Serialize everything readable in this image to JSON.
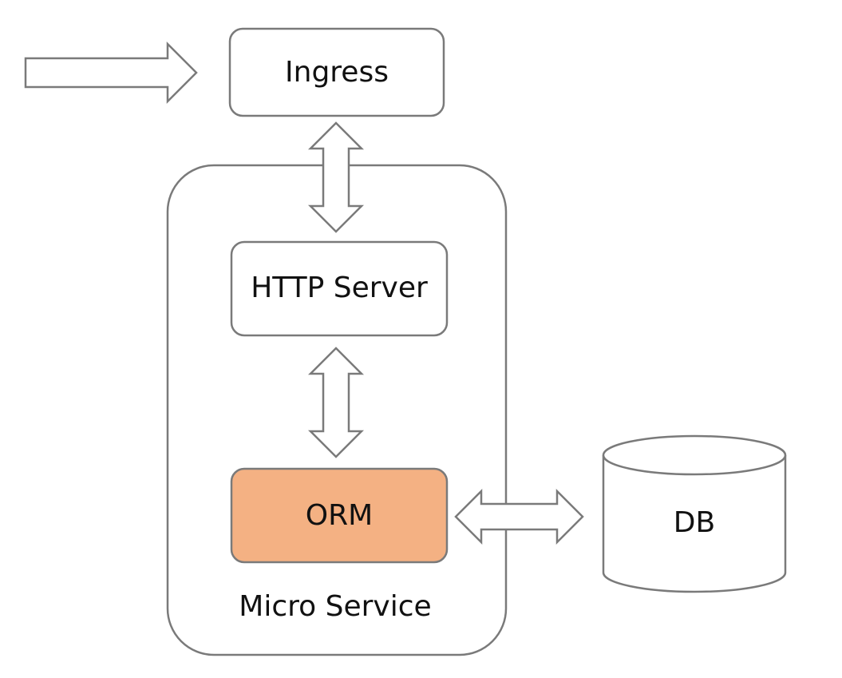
{
  "nodes": {
    "ingress": "Ingress",
    "http_server": "HTTP Server",
    "orm": "ORM",
    "db": "DB",
    "micro_service": "Micro Service"
  },
  "colors": {
    "orm_fill": "#f4b183",
    "stroke": "#7a7a7a"
  }
}
